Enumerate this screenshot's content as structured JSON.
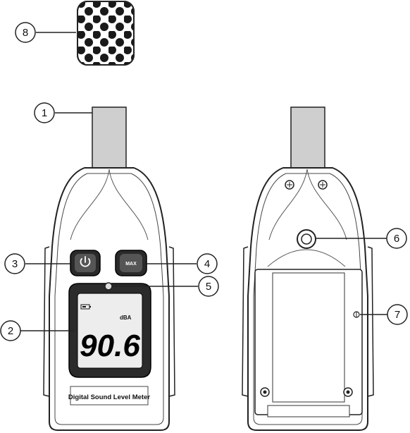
{
  "device": {
    "name_label": "Digital Sound Level Meter",
    "display_unit": "dBA",
    "display_reading": "90.6",
    "max_button_label": "MAX"
  },
  "callouts": [
    "1",
    "2",
    "3",
    "4",
    "5",
    "6",
    "7",
    "8"
  ],
  "icons": {
    "power": "power-icon",
    "battery": "battery-icon",
    "windscreen": "foam-windscreen-icon"
  }
}
